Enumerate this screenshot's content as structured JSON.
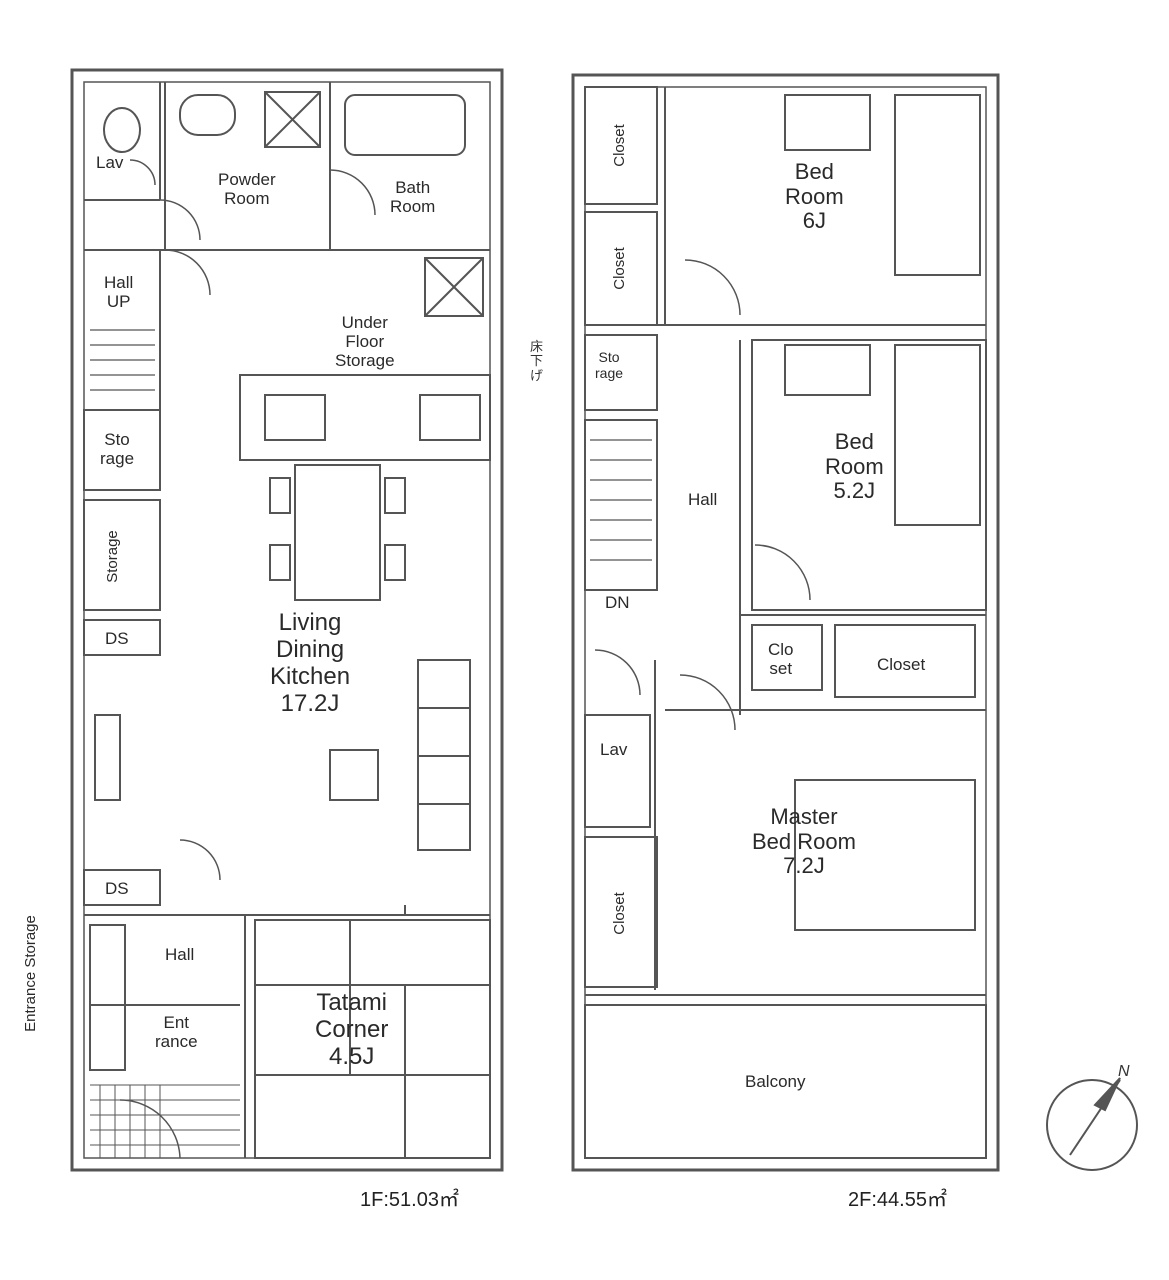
{
  "floor1": {
    "area": "1F:51.03㎡",
    "rooms": {
      "lav": "Lav",
      "powder_room": [
        "Powder",
        "Room"
      ],
      "bath_room": [
        "Bath",
        "Room"
      ],
      "hall_up": [
        "Hall",
        "UP"
      ],
      "under_floor_storage": [
        "Under",
        "Floor",
        "Storage"
      ],
      "sto_rage": [
        "Sto",
        "rage"
      ],
      "storage": "Storage",
      "ds_upper": "DS",
      "ldk": [
        "Living",
        "Dining",
        "Kitchen",
        "17.2J"
      ],
      "ds_lower": "DS",
      "hall_entrance": "Hall",
      "entrance": [
        "Ent",
        "rance"
      ],
      "tatami": [
        "Tatami",
        "Corner",
        "4.5J"
      ],
      "entrance_storage": "Entrance Storage"
    }
  },
  "floor2": {
    "area": "2F:44.55㎡",
    "rooms": {
      "closet_top": "Closet",
      "closet_mid": "Closet",
      "bedroom_1": [
        "Bed",
        "Room",
        "6J"
      ],
      "storage_2f": [
        "Sto",
        "rage"
      ],
      "bedroom_2": [
        "Bed",
        "Room",
        "5.2J"
      ],
      "hall_2f": "Hall",
      "dn": "DN",
      "clo_set": [
        "Clo",
        "set"
      ],
      "closet_long": "Closet",
      "lav_2f": "Lav",
      "master": [
        "Master",
        "Bed Room",
        "7.2J"
      ],
      "closet_bottom": "Closet",
      "balcony": "Balcony"
    },
    "side_note": [
      "床",
      "下",
      "げ"
    ]
  },
  "compass": {
    "label": "N"
  }
}
